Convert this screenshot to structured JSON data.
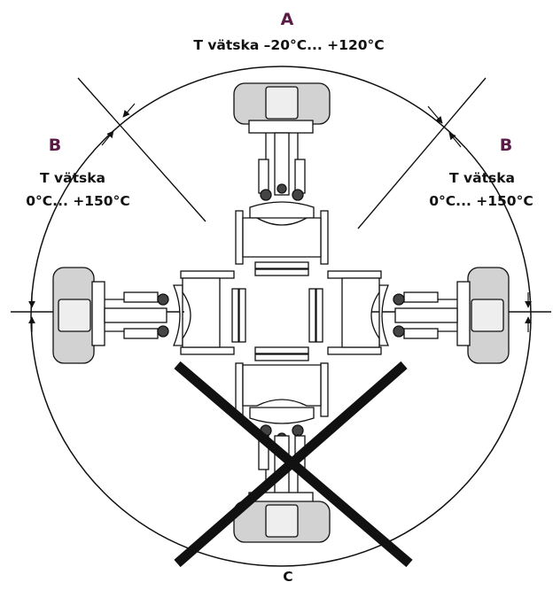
{
  "zones": {
    "a": {
      "letter": "A",
      "temp": "T vätska –20°C... +120°C"
    },
    "b_left": {
      "letter": "B",
      "temp_line1": "T vätska",
      "temp_line2": "0°C... +150°C"
    },
    "b_right": {
      "letter": "B",
      "temp_line1": "T vätska",
      "temp_line2": "0°C... +150°C"
    },
    "c": {
      "letter": "C"
    }
  },
  "colors": {
    "zone_letter": "#5b1a45",
    "text": "#111111",
    "actuator_body": "#d2d2d2",
    "prohibited_cross": "#111111"
  },
  "cross": {
    "marks": "zone-c-prohibited-cross"
  }
}
